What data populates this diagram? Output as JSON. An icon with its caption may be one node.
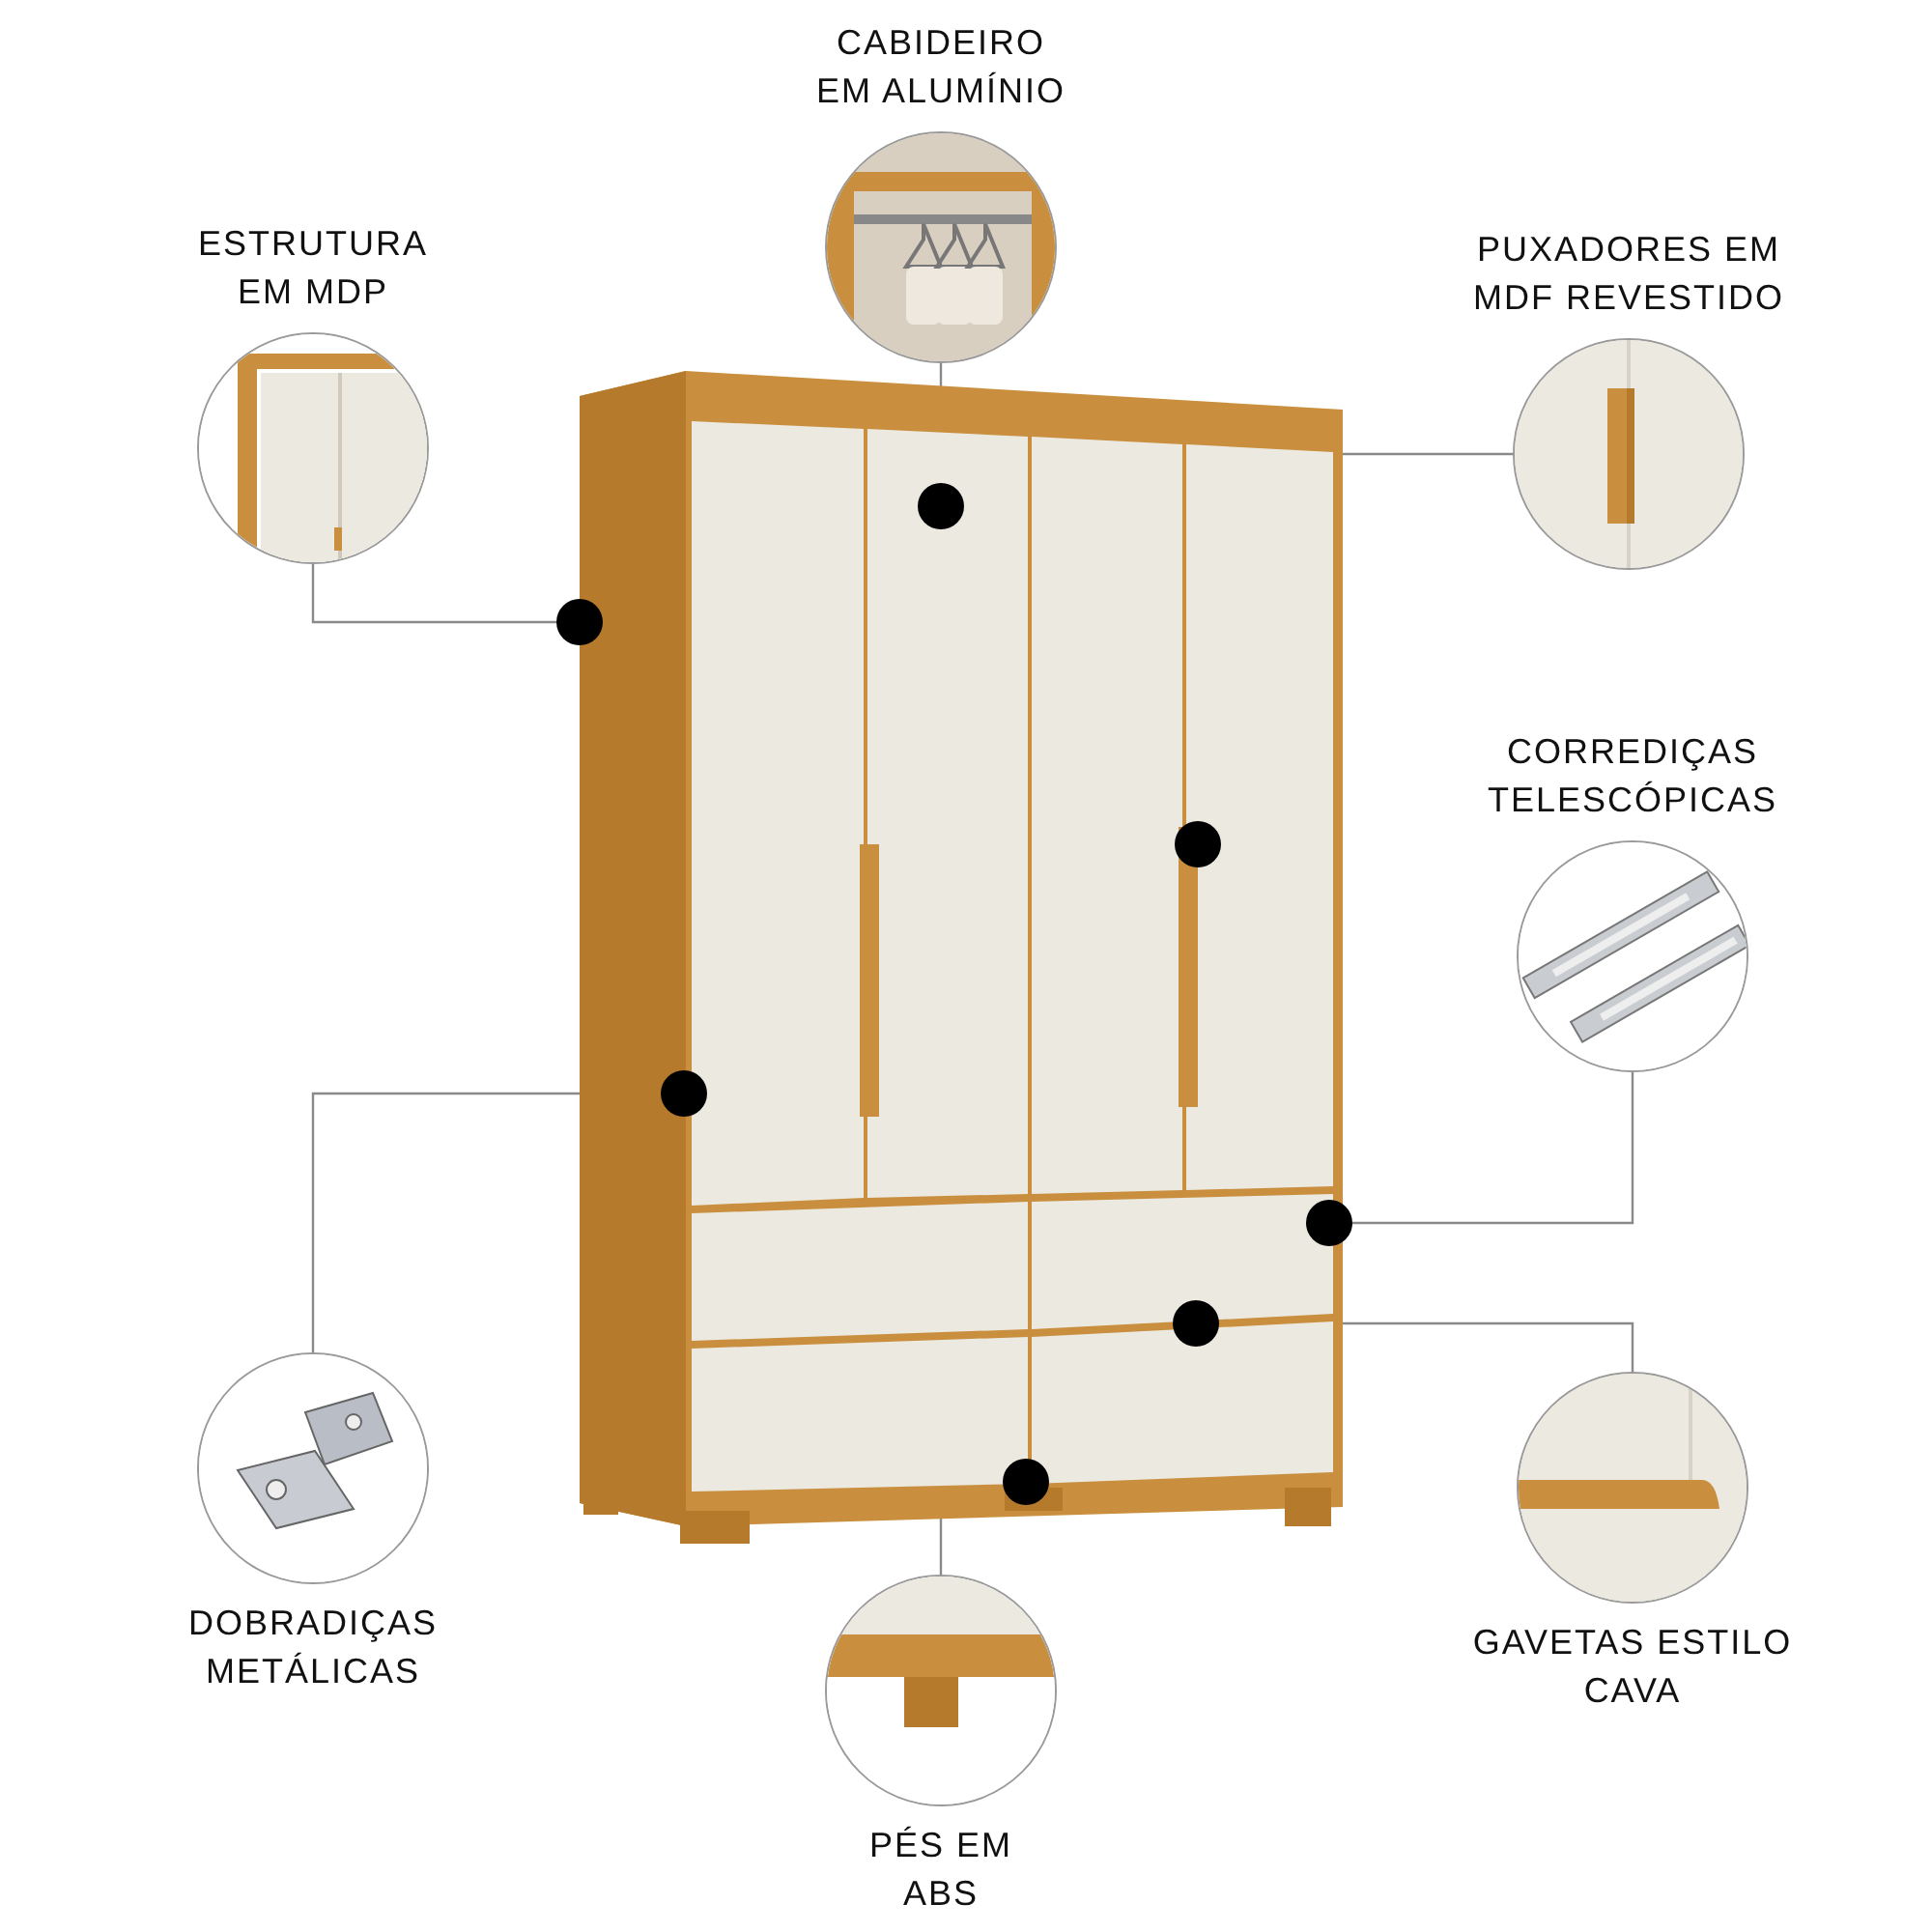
{
  "diagram": {
    "nodes": [
      {
        "text": [
          "CABIDEIRO EM ALUMÍNIO"
        ]
      },
      {
        "text": [
          "ESTRUTURA EM MDP"
        ]
      },
      {
        "text": [
          "PUXADORES EM MDF REVESTIDO"
        ]
      },
      {
        "text": [
          "CORREDIÇAS TELESCÓPICAS"
        ]
      },
      {
        "text": [
          "DOBRADIÇAS METÁLICAS"
        ]
      },
      {
        "text": [
          "GAVETAS ESTILO CAVA"
        ]
      },
      {
        "text": [
          "PÉS EM ABS"
        ]
      },
      {
        "text": [],
        "shape": "picture"
      },
      {
        "text": [],
        "shape": "circle",
        "in": 7
      },
      {
        "text": [],
        "shape": "circle",
        "in": 7
      },
      {
        "text": [],
        "shape": "circle",
        "in": 7
      },
      {
        "text": [],
        "shape": "circle",
        "in": 7
      },
      {
        "text": [],
        "shape": "circle",
        "in": 7
      },
      {
        "text": [],
        "shape": "circle",
        "in": 7
      },
      {
        "text": [],
        "shape": "circle",
        "in": 7
      }
    ],
    "edges": [
      {
        "from": 0,
        "to": 8,
        "arrow": "none"
      },
      {
        "from": 1,
        "to": 9,
        "arrow": "none"
      },
      {
        "from": 2,
        "to": 10,
        "arrow": "none"
      },
      {
        "from": 3,
        "to": 11,
        "arrow": "none"
      },
      {
        "from": 4,
        "to": 12,
        "arrow": "none"
      },
      {
        "from": 5,
        "to": 13,
        "arrow": "none"
      },
      {
        "from": 6,
        "to": 14,
        "arrow": "none"
      }
    ]
  }
}
